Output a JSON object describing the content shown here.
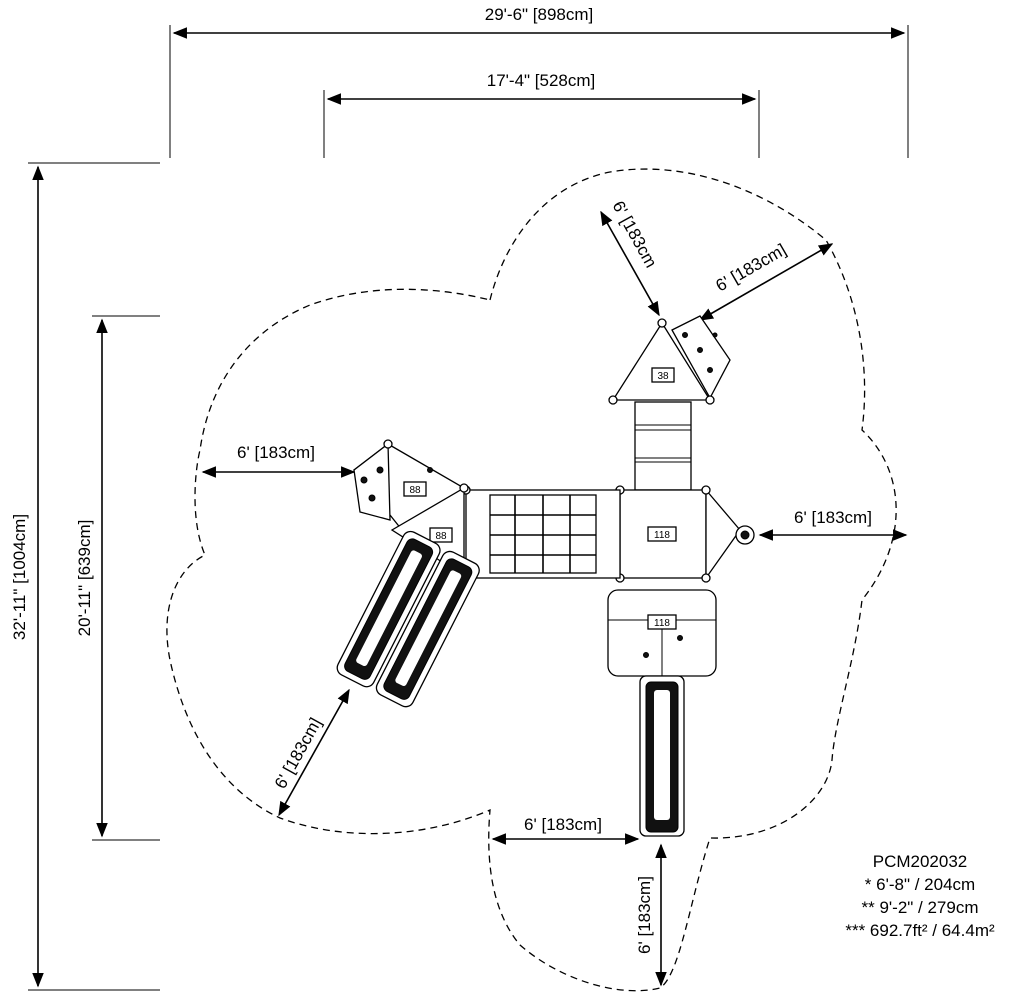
{
  "dimensions": {
    "overall_width": "29'-6\" [898cm]",
    "structure_width": "17'-4\" [528cm]",
    "overall_length": "32'-11\" [1004cm]",
    "structure_length": "20'-11\" [639cm]",
    "clearance_top_left": "6' [183cm",
    "clearance_top_right": "6' [183cm]",
    "clearance_left": "6' [183cm]",
    "clearance_right": "6' [183cm]",
    "clearance_slide": "6' [183cm]",
    "clearance_bottom_center": "6' [183cm]",
    "clearance_bottom": "6' [183cm]"
  },
  "deck_labels": {
    "top_triangle": "38",
    "left_upper": "88",
    "left_lower": "88",
    "main_deck": "118",
    "lower_deck": "118"
  },
  "info": {
    "model": "PCM202032",
    "line1": "* 6'-8\" / 204cm",
    "line2": "** 9'-2\" / 279cm",
    "line3": "*** 692.7ft² / 64.4m²"
  }
}
